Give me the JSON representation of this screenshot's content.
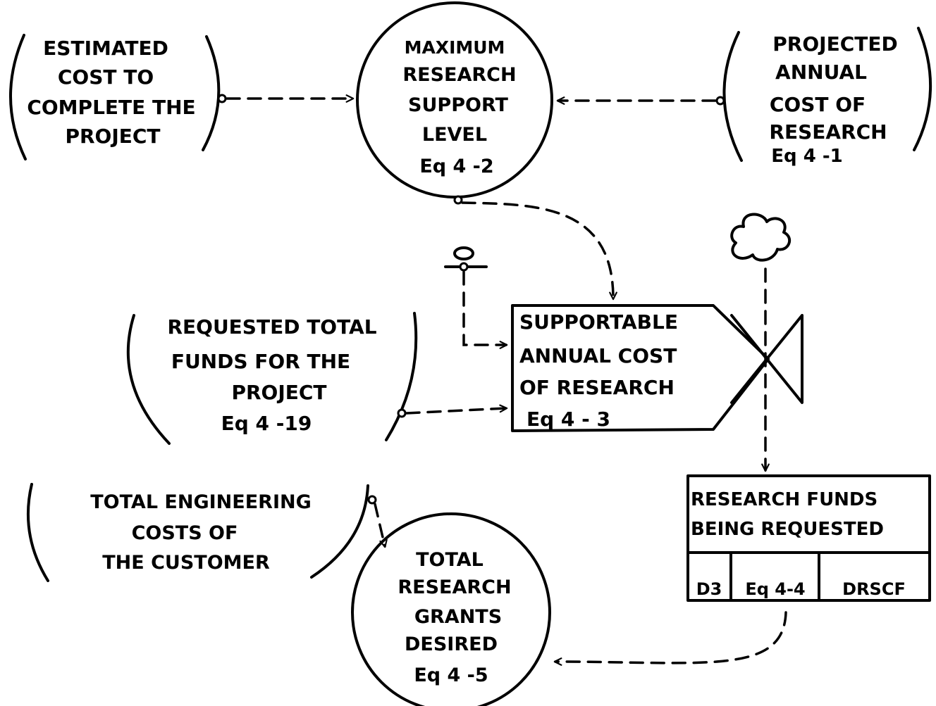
{
  "nodes": {
    "estimated_cost": {
      "lines": [
        "ESTIMATED",
        "COST TO",
        "COMPLETE THE",
        "PROJECT"
      ]
    },
    "max_support": {
      "lines": [
        "MAXIMUM",
        "RESEARCH",
        "SUPPORT",
        "LEVEL",
        "Eq 4 -2"
      ]
    },
    "projected_cost": {
      "lines": [
        "PROJECTED",
        "ANNUAL",
        "COST OF",
        "RESEARCH",
        "Eq 4 -1"
      ]
    },
    "supportable_cost": {
      "lines": [
        "SUPPORTABLE",
        "ANNUAL COST",
        "OF RESEARCH",
        "Eq 4 - 3"
      ]
    },
    "requested_funds": {
      "lines": [
        "REQUESTED TOTAL",
        "FUNDS FOR THE",
        "PROJECT",
        "Eq 4 -19"
      ]
    },
    "research_funds_level": {
      "lines": [
        "RESEARCH FUNDS",
        "BEING REQUESTED"
      ],
      "cells": [
        "D3",
        "Eq 4-4",
        "DRSCF"
      ]
    },
    "total_eng_costs": {
      "lines": [
        "TOTAL ENGINEERING",
        "COSTS OF",
        "THE CUSTOMER"
      ]
    },
    "total_grants": {
      "lines": [
        "TOTAL",
        "RESEARCH",
        "GRANTS",
        "DESIRED",
        "Eq 4 -5"
      ]
    }
  },
  "edges": [
    {
      "from": "estimated_cost",
      "to": "max_support",
      "style": "dashed"
    },
    {
      "from": "projected_cost",
      "to": "max_support",
      "style": "dashed"
    },
    {
      "from": "max_support",
      "to": "supportable_cost",
      "style": "dashed"
    },
    {
      "from": "constant",
      "to": "supportable_cost",
      "style": "dashed"
    },
    {
      "from": "requested_funds",
      "to": "supportable_cost",
      "style": "dashed"
    },
    {
      "from": "source_cloud",
      "to": "research_funds_level",
      "style": "dashed"
    },
    {
      "from": "total_eng_costs",
      "to": "total_grants",
      "style": "dashed"
    },
    {
      "from": "research_funds_level",
      "to": "total_grants",
      "style": "dashed"
    }
  ]
}
